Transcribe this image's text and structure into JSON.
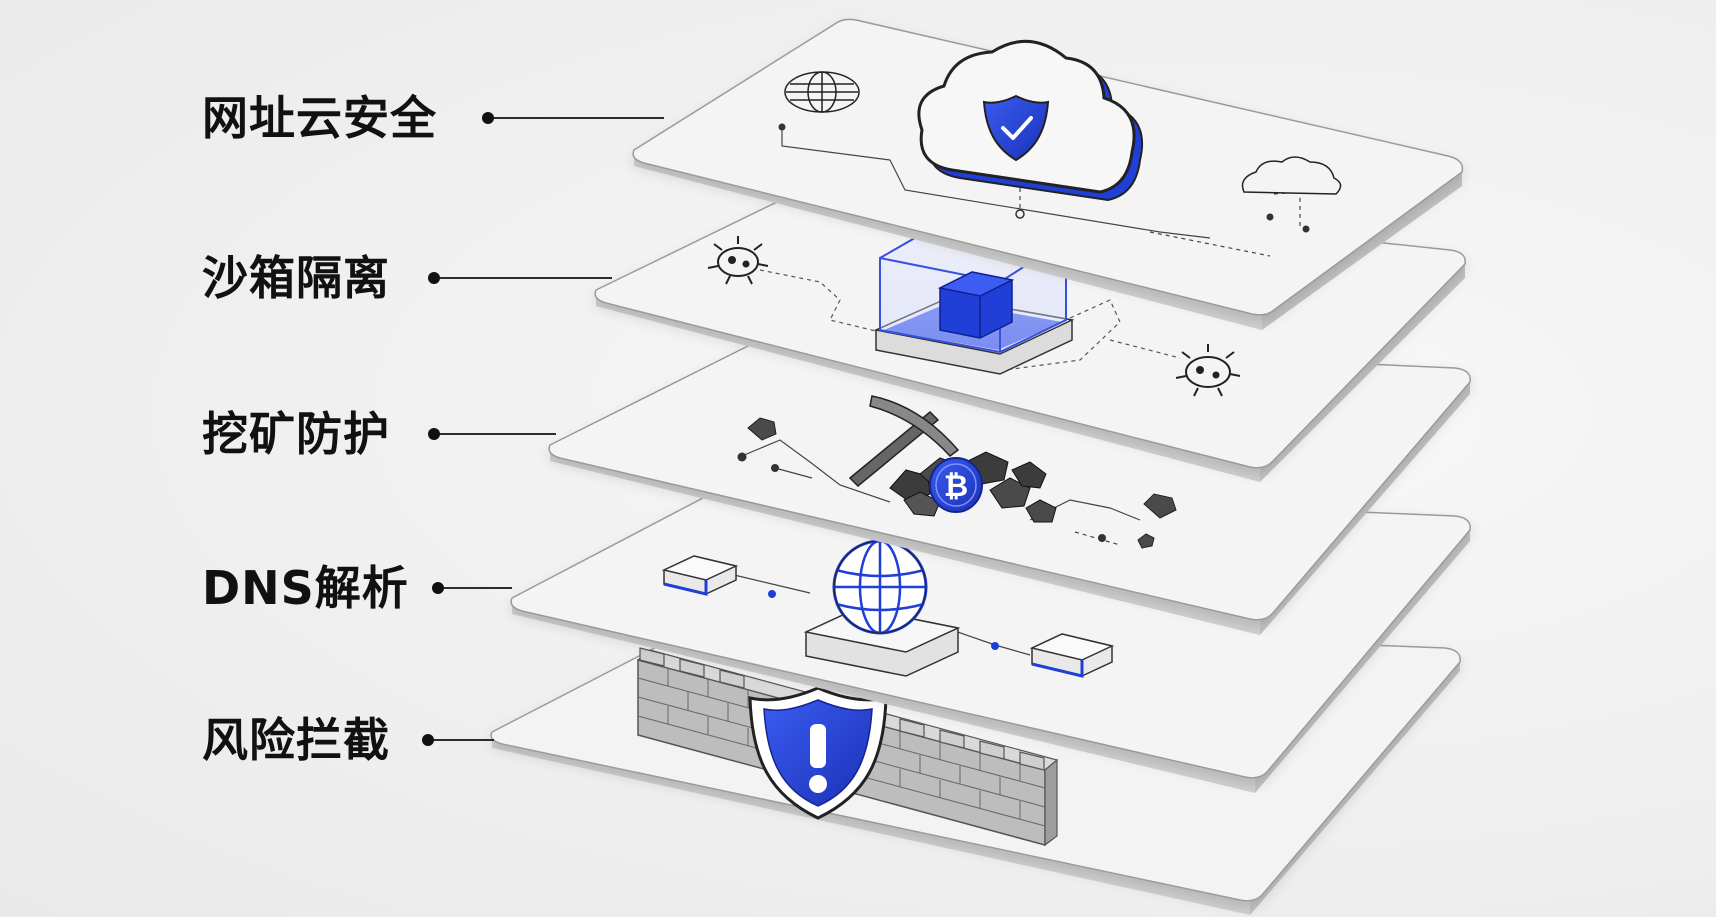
{
  "layers": [
    {
      "label": "网址云安全",
      "icon": "cloud-shield-icon"
    },
    {
      "label": "沙箱隔离",
      "icon": "sandbox-cube-icon"
    },
    {
      "label": "挖矿防护",
      "icon": "pickaxe-bitcoin-icon"
    },
    {
      "label": "DNS解析",
      "icon": "globe-server-icon"
    },
    {
      "label": "风险拦截",
      "icon": "firewall-shield-icon"
    }
  ],
  "colors": {
    "accent": "#1f3fd6",
    "plate": "#f4f4f4",
    "plate_edge": "#d2d2d2",
    "outline": "#333333"
  }
}
